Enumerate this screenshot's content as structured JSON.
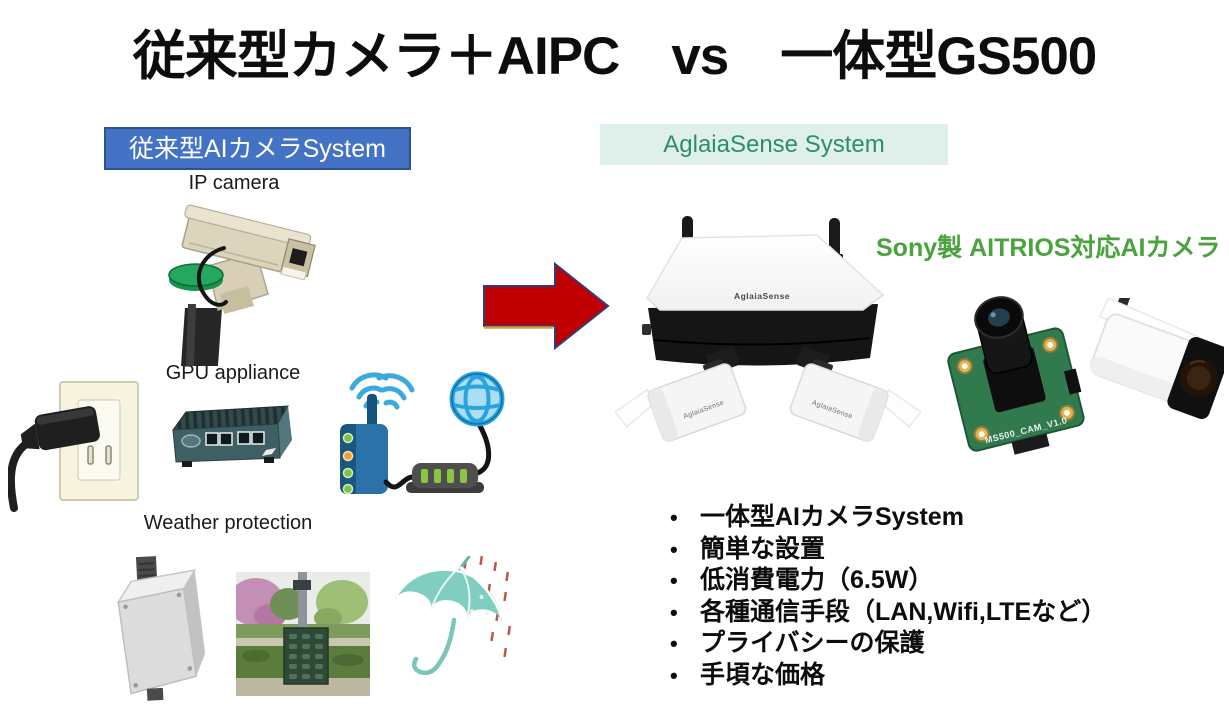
{
  "title": "従来型カメラ＋AIPC　vs　一体型GS500",
  "left_panel": {
    "header_label": "従来型AIカメラSystem",
    "ip_camera_label": "IP camera",
    "gpu_appliance_label": "GPU appliance",
    "weather_protection_label": "Weather protection"
  },
  "right_panel": {
    "header_label": "AglaiaSense System",
    "sony_caption": "Sony製 AITRIOS対応AIカメラ",
    "device_brand": "AglaiaSense",
    "pod_brand": "AglaiaSense",
    "pcb_board_label": "MS500_CAM_V1.0",
    "bullet_glyph": "•",
    "features": [
      "一体型AIカメラSystem",
      "簡単な設置",
      "低消費電力（6.5W）",
      "各種通信手段（LAN,Wifi,LTEなど）",
      "プライバシーの保護",
      "手頃な価格"
    ]
  },
  "colors": {
    "left_header_bg": "#4472C4",
    "left_header_border": "#2F528F",
    "right_header_bg": "#DFEFE9",
    "right_header_text": "#2E8C72",
    "sony_caption_text": "#4AA33C",
    "arrow_fill": "#C00000"
  }
}
